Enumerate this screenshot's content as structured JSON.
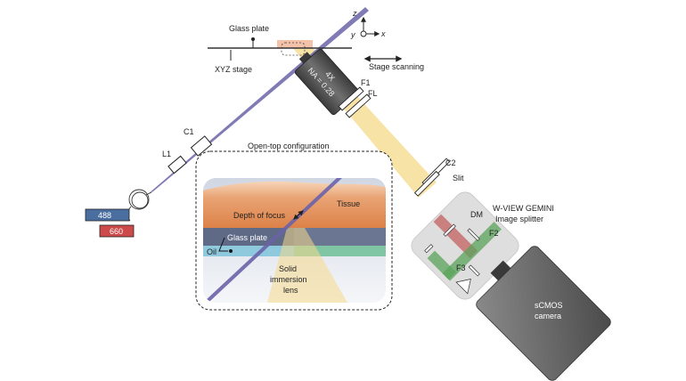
{
  "labels": {
    "glass_plate": "Glass plate",
    "xyz_stage": "XYZ stage",
    "stage_scanning": "Stage scanning",
    "axis_z": "z",
    "axis_y": "y",
    "axis_x": "x",
    "objective_mag": "4X",
    "objective_na": "NA = 0.28",
    "f1": "F1",
    "fl": "FL",
    "c1": "C1",
    "l1": "L1",
    "c2": "C2",
    "slit": "Slit",
    "splitter_name": "W-VIEW GEMINI",
    "splitter_sub": "Image splitter",
    "dm": "DM",
    "f2": "F2",
    "f3": "F3",
    "camera_line1": "sCMOS",
    "camera_line2": "camera",
    "laser_488": "488",
    "laser_660": "660"
  },
  "inset": {
    "title": "Open-top configuration",
    "tissue": "Tissue",
    "depth_of_focus": "Depth of focus",
    "glass_plate": "Glass plate",
    "oil": "Oil",
    "sil_line1": "Solid",
    "sil_line2": "immersion",
    "sil_line3": "lens"
  },
  "colors": {
    "laser_488": "#4a6ea0",
    "laser_660": "#cc4a4a",
    "excitation_beam": "#6a63a8",
    "emission_light": "#f6d98a",
    "tissue": "#e3925a",
    "objective": "#555555"
  }
}
